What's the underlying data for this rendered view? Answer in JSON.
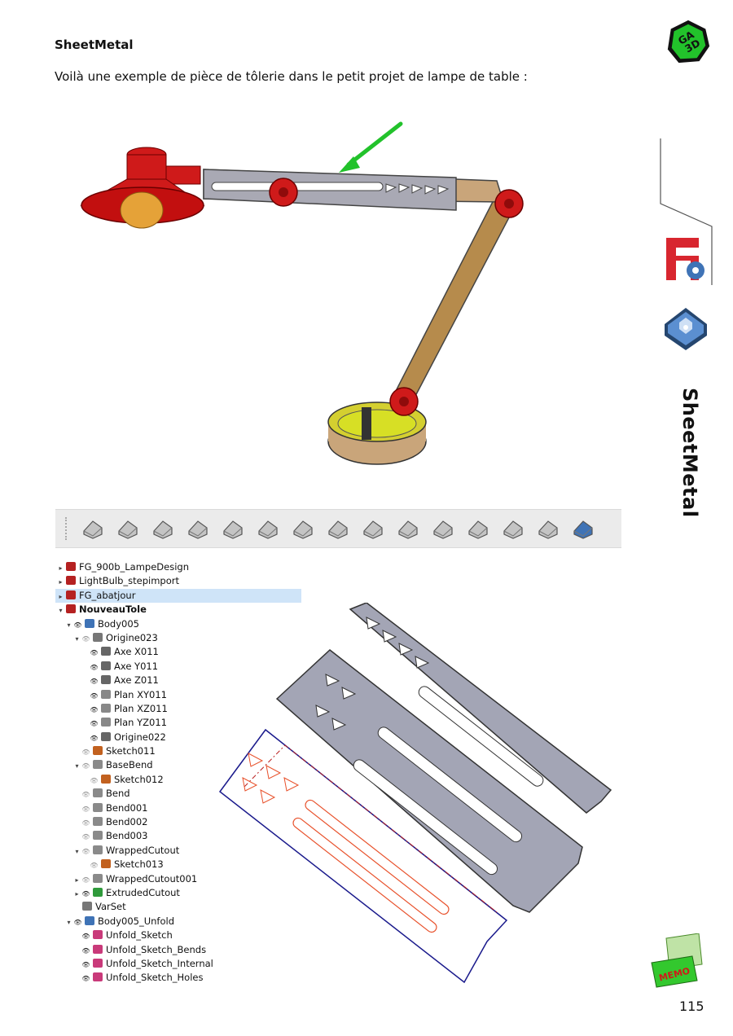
{
  "page": {
    "heading": "SheetMetal",
    "intro": "Voilà une exemple de pièce de tôlerie dans le petit projet de lampe de table :",
    "side_title": "SheetMetal",
    "page_number": "115",
    "logo_text": "GA 3D",
    "memo_text": "MEMO"
  },
  "colors": {
    "accent_green": "#22c22b",
    "freecad_red": "#d8262f",
    "sheetmetal_blue": "#3f73b6",
    "tree_selection": "#cfe4f8"
  },
  "toolbar": {
    "icons": [
      "add-wall-icon",
      "edge-wall-icon",
      "extend-face-icon",
      "sketch-on-sheet-icon",
      "relief-icon",
      "corner-icon",
      "bend-icon",
      "fold-icon",
      "solid-corner-icon",
      "junction-icon",
      "unfold-icon",
      "punch-icon",
      "base-shape-icon",
      "hinge-icon",
      "sheetmetal-cube-icon"
    ]
  },
  "tree": [
    {
      "label": "FG_900b_LampeDesign",
      "depth": 0,
      "arrow": "▸",
      "eye": "",
      "icon": "doc",
      "bold": false,
      "sel": false
    },
    {
      "label": "LightBulb_stepimport",
      "depth": 0,
      "arrow": "▸",
      "eye": "",
      "icon": "doc",
      "bold": false,
      "sel": false
    },
    {
      "label": "FG_abatjour",
      "depth": 0,
      "arrow": "▸",
      "eye": "",
      "icon": "doc",
      "bold": false,
      "sel": true
    },
    {
      "label": "NouveauTole",
      "depth": 0,
      "arrow": "▾",
      "eye": "",
      "icon": "doc",
      "bold": true,
      "sel": false
    },
    {
      "label": "Body005",
      "depth": 1,
      "arrow": "▾",
      "eye": "on",
      "icon": "body",
      "bold": false,
      "sel": false
    },
    {
      "label": "Origine023",
      "depth": 2,
      "arrow": "▾",
      "eye": "off",
      "icon": "origin",
      "bold": false,
      "sel": false
    },
    {
      "label": "Axe X011",
      "depth": 3,
      "arrow": "",
      "eye": "on",
      "icon": "axis",
      "bold": false,
      "sel": false
    },
    {
      "label": "Axe Y011",
      "depth": 3,
      "arrow": "",
      "eye": "on",
      "icon": "axis",
      "bold": false,
      "sel": false
    },
    {
      "label": "Axe Z011",
      "depth": 3,
      "arrow": "",
      "eye": "on",
      "icon": "axis",
      "bold": false,
      "sel": false
    },
    {
      "label": "Plan XY011",
      "depth": 3,
      "arrow": "",
      "eye": "on",
      "icon": "plane",
      "bold": false,
      "sel": false
    },
    {
      "label": "Plan XZ011",
      "depth": 3,
      "arrow": "",
      "eye": "on",
      "icon": "plane",
      "bold": false,
      "sel": false
    },
    {
      "label": "Plan YZ011",
      "depth": 3,
      "arrow": "",
      "eye": "on",
      "icon": "plane",
      "bold": false,
      "sel": false
    },
    {
      "label": "Origine022",
      "depth": 3,
      "arrow": "",
      "eye": "on",
      "icon": "point",
      "bold": false,
      "sel": false
    },
    {
      "label": "Sketch011",
      "depth": 2,
      "arrow": "",
      "eye": "off",
      "icon": "sketch",
      "bold": false,
      "sel": false
    },
    {
      "label": "BaseBend",
      "depth": 2,
      "arrow": "▾",
      "eye": "off",
      "icon": "bend",
      "bold": false,
      "sel": false
    },
    {
      "label": "Sketch012",
      "depth": 3,
      "arrow": "",
      "eye": "off",
      "icon": "sketch",
      "bold": false,
      "sel": false
    },
    {
      "label": "Bend",
      "depth": 2,
      "arrow": "",
      "eye": "off",
      "icon": "bend",
      "bold": false,
      "sel": false
    },
    {
      "label": "Bend001",
      "depth": 2,
      "arrow": "",
      "eye": "off",
      "icon": "bend",
      "bold": false,
      "sel": false
    },
    {
      "label": "Bend002",
      "depth": 2,
      "arrow": "",
      "eye": "off",
      "icon": "bend",
      "bold": false,
      "sel": false
    },
    {
      "label": "Bend003",
      "depth": 2,
      "arrow": "",
      "eye": "off",
      "icon": "bend",
      "bold": false,
      "sel": false
    },
    {
      "label": "WrappedCutout",
      "depth": 2,
      "arrow": "▾",
      "eye": "off",
      "icon": "cutout",
      "bold": false,
      "sel": false
    },
    {
      "label": "Sketch013",
      "depth": 3,
      "arrow": "",
      "eye": "off",
      "icon": "sketch",
      "bold": false,
      "sel": false
    },
    {
      "label": "WrappedCutout001",
      "depth": 2,
      "arrow": "▸",
      "eye": "off",
      "icon": "cutout",
      "bold": false,
      "sel": false
    },
    {
      "label": "ExtrudedCutout",
      "depth": 2,
      "arrow": "▸",
      "eye": "on",
      "icon": "extrude",
      "bold": false,
      "sel": false
    },
    {
      "label": "VarSet",
      "depth": 2,
      "arrow": "",
      "eye": "",
      "icon": "varset",
      "bold": false,
      "sel": false
    },
    {
      "label": "Body005_Unfold",
      "depth": 1,
      "arrow": "▾",
      "eye": "on",
      "icon": "body",
      "bold": false,
      "sel": false
    },
    {
      "label": "Unfold_Sketch",
      "depth": 2,
      "arrow": "",
      "eye": "on",
      "icon": "unfold",
      "bold": false,
      "sel": false
    },
    {
      "label": "Unfold_Sketch_Bends",
      "depth": 2,
      "arrow": "",
      "eye": "on",
      "icon": "unfold",
      "bold": false,
      "sel": false
    },
    {
      "label": "Unfold_Sketch_Internal",
      "depth": 2,
      "arrow": "",
      "eye": "on",
      "icon": "unfold",
      "bold": false,
      "sel": false
    },
    {
      "label": "Unfold_Sketch_Holes",
      "depth": 2,
      "arrow": "",
      "eye": "on",
      "icon": "unfold",
      "bold": false,
      "sel": false
    }
  ]
}
